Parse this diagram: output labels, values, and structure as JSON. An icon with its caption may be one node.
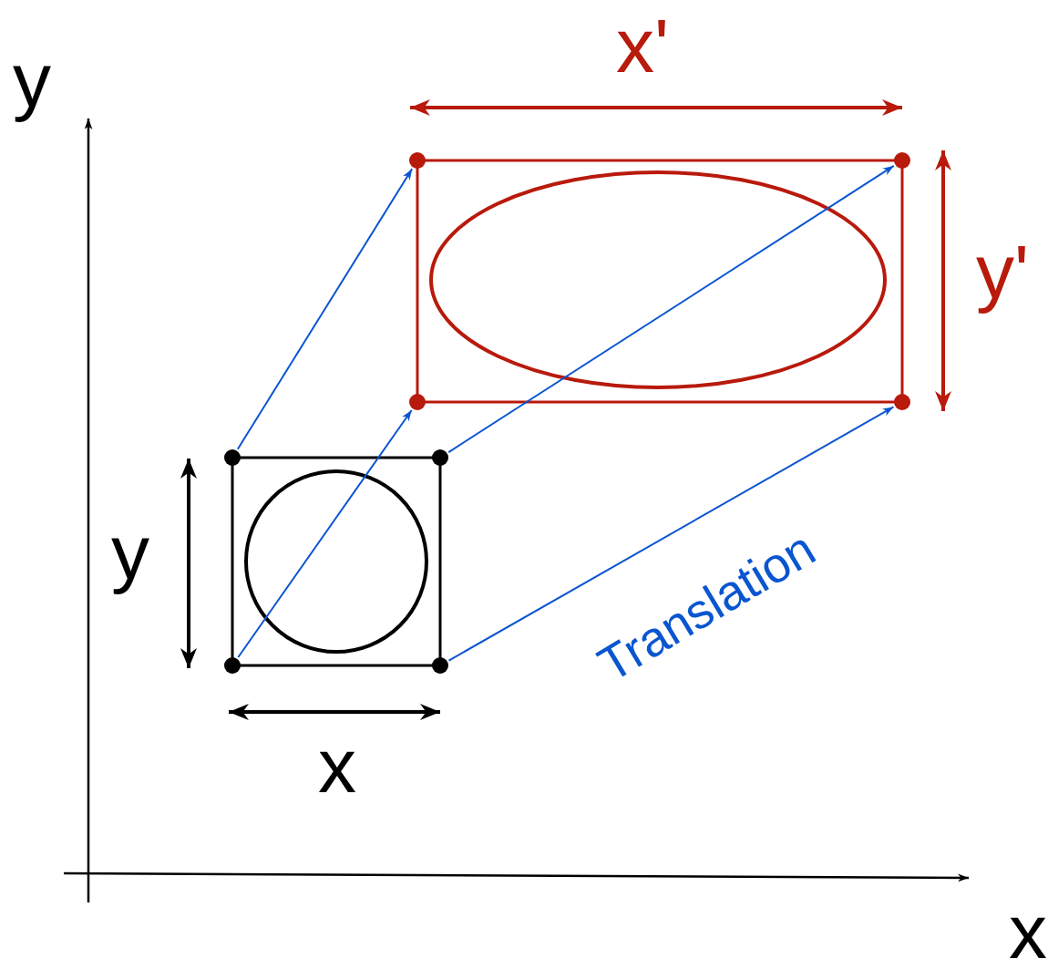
{
  "diagram": {
    "nodes": [
      {
        "text": [],
        "shape": "circle"
      },
      {
        "text": [],
        "shape": "circle"
      },
      {
        "text": [],
        "shape": "circle"
      },
      {
        "text": [],
        "shape": "circle"
      },
      {
        "text": [],
        "shape": "circle"
      },
      {
        "text": [],
        "shape": "circle"
      },
      {
        "text": [],
        "shape": "circle"
      },
      {
        "text": [],
        "shape": "circle"
      }
    ],
    "edges": [
      {
        "from": 4,
        "to": 0,
        "arrow": "to"
      },
      {
        "from": 5,
        "to": 1,
        "arrow": "to"
      },
      {
        "from": 6,
        "to": 2,
        "arrow": "to"
      },
      {
        "from": 7,
        "to": 3,
        "arrow": "to",
        "label": "Translation"
      }
    ],
    "labels": [
      "y",
      "x'",
      "y'",
      "y",
      "x",
      "x"
    ]
  }
}
